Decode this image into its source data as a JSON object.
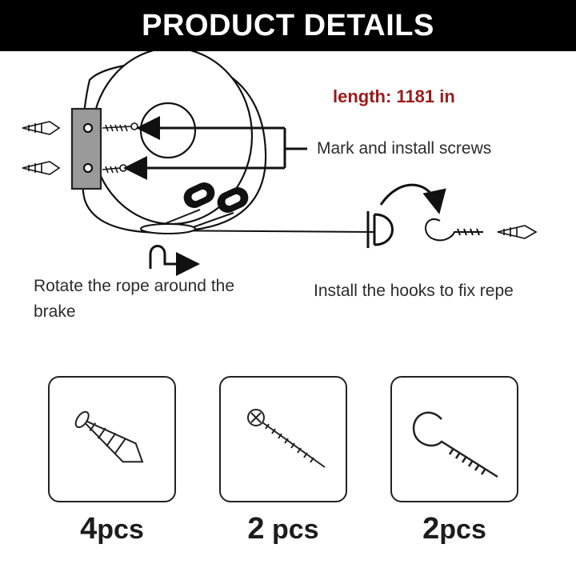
{
  "header": {
    "title": "PRODUCT DETAILS"
  },
  "diagram": {
    "length_label": "length: 1181 in",
    "steps": {
      "mark": "Mark and install screws",
      "rotate": "Rotate the rope around the brake",
      "hooks": "Install the hooks to fix repe"
    }
  },
  "parts": [
    {
      "icon": "wall-anchor-icon",
      "count": "4",
      "unit": "pcs"
    },
    {
      "icon": "screw-icon",
      "count": "2",
      "unit": "pcs"
    },
    {
      "icon": "screw-hook-icon",
      "count": "2",
      "unit": "pcs"
    }
  ],
  "colors": {
    "banner": "#000000",
    "accent": "#9b1b1b"
  }
}
